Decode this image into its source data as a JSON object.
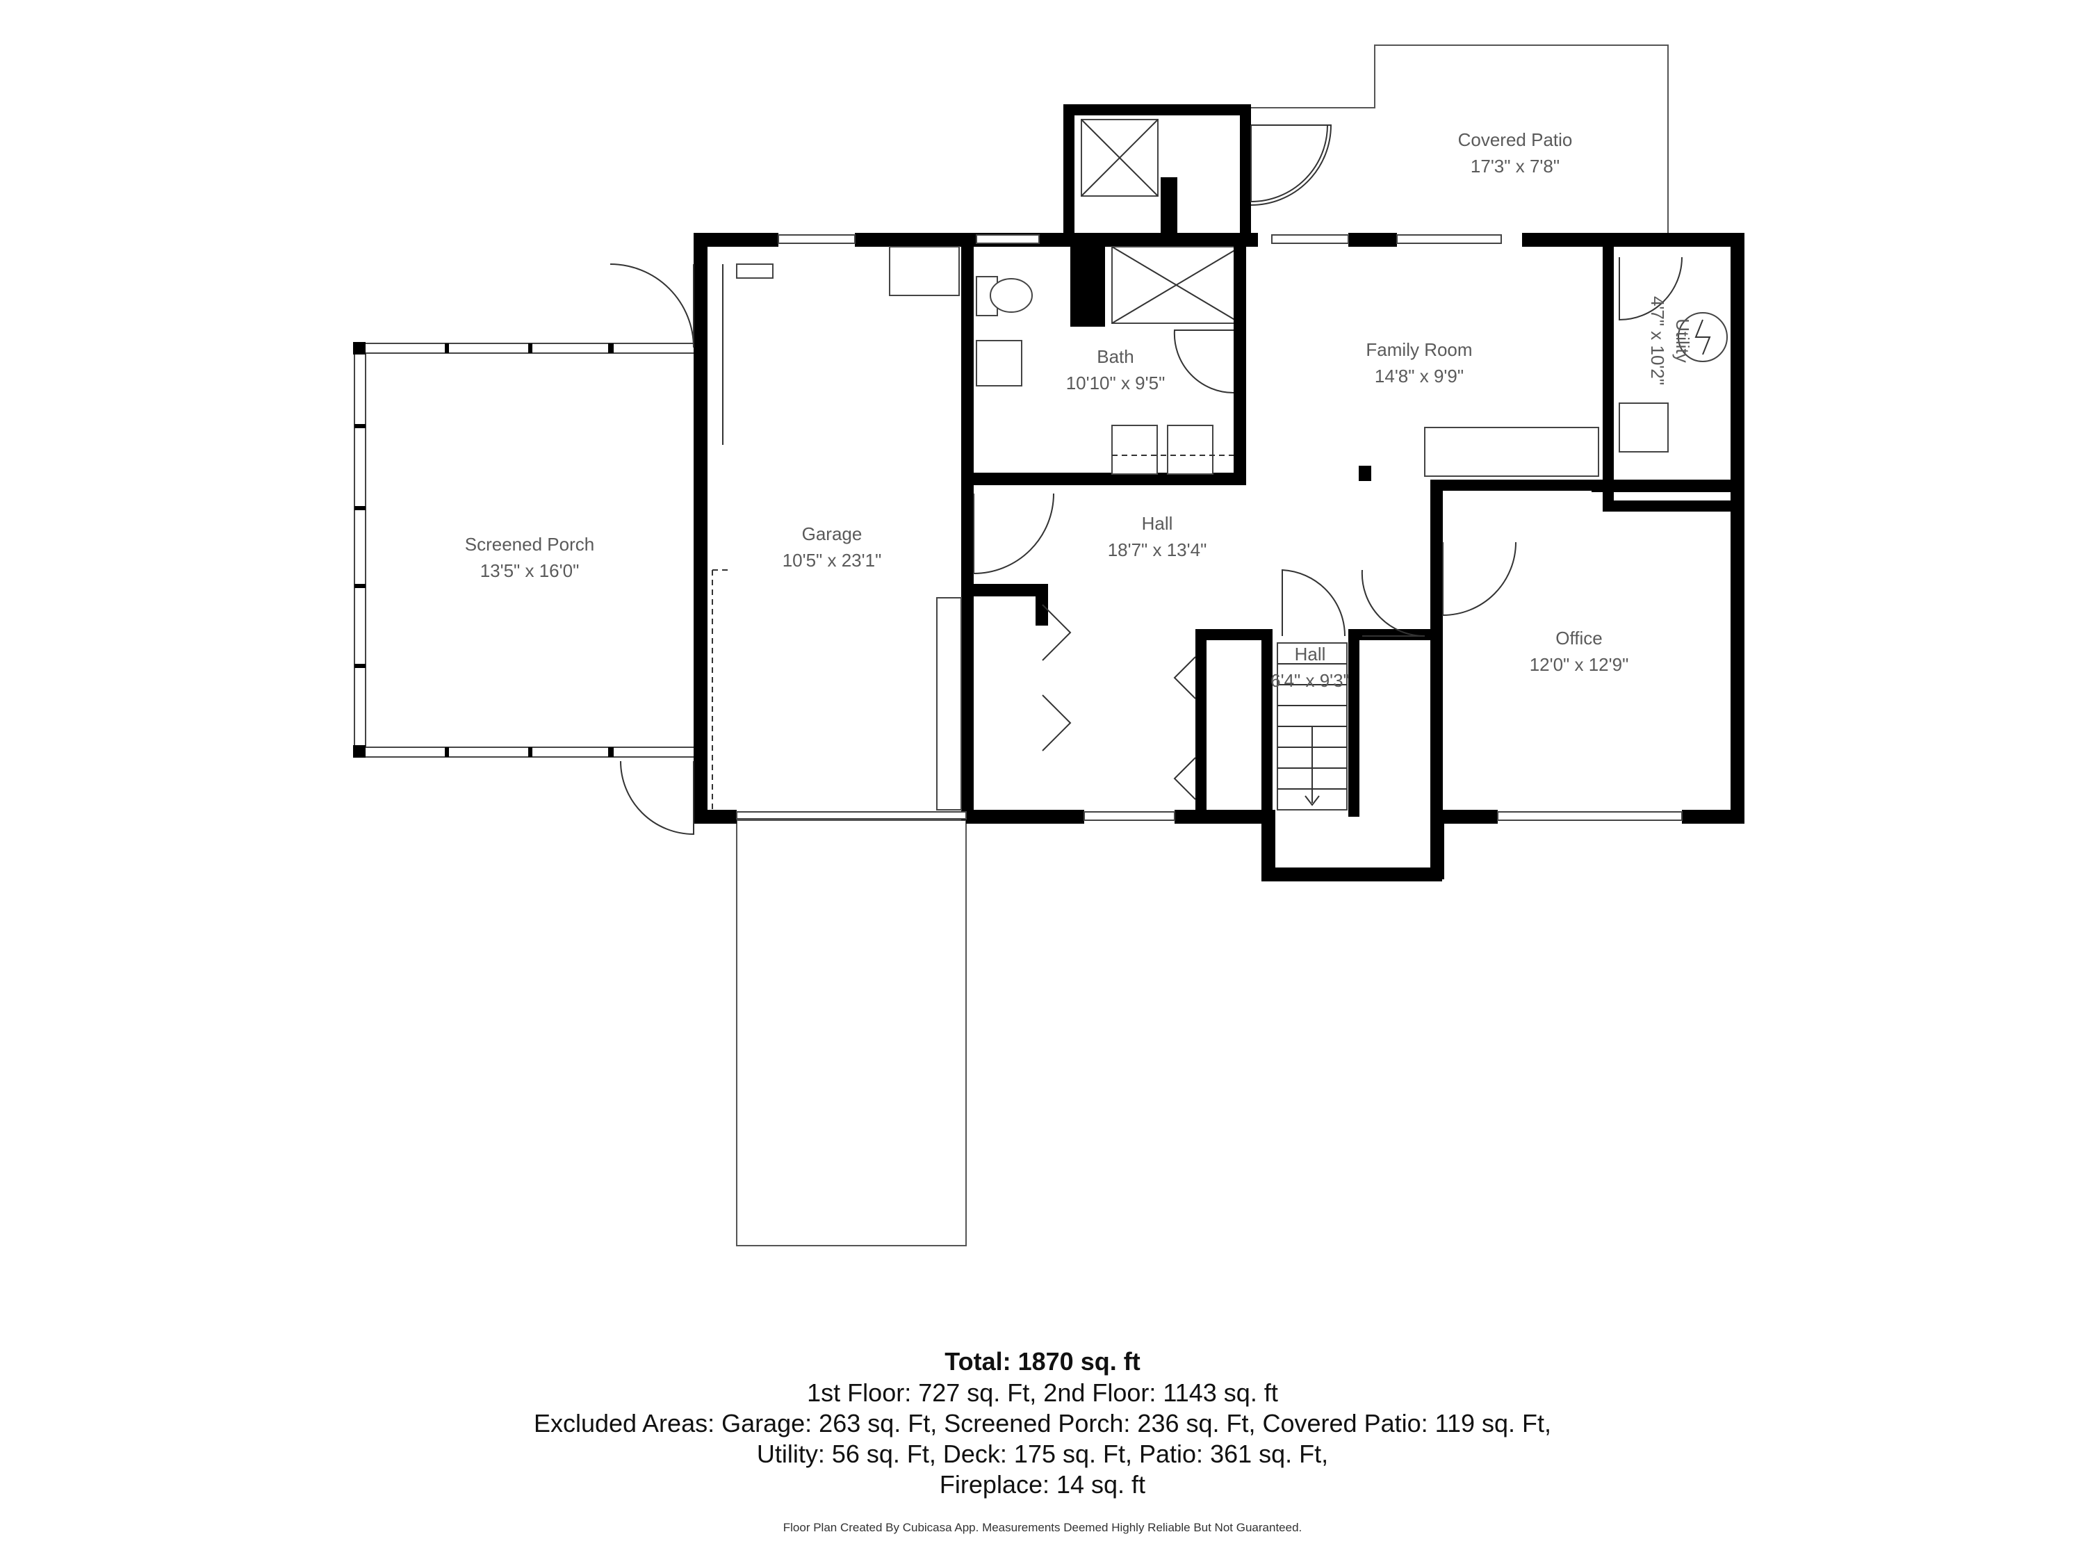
{
  "rooms": {
    "covered_patio": {
      "name": "Covered Patio",
      "dims": "17'3\" x 7'8\""
    },
    "family_room": {
      "name": "Family Room",
      "dims": "14'8\" x 9'9\""
    },
    "utility": {
      "name": "Utility",
      "dims": "4'7\" x 10'2\""
    },
    "bath": {
      "name": "Bath",
      "dims": "10'10\" x 9'5\""
    },
    "screened_porch": {
      "name": "Screened Porch",
      "dims": "13'5\" x 16'0\""
    },
    "garage": {
      "name": "Garage",
      "dims": "10'5\" x 23'1\""
    },
    "hall_main": {
      "name": "Hall",
      "dims": "18'7\" x 13'4\""
    },
    "hall_small": {
      "name": "Hall",
      "dims": "6'4\" x 9'3\""
    },
    "office": {
      "name": "Office",
      "dims": "12'0\" x 12'9\""
    }
  },
  "summary": {
    "total": "Total: 1870 sq. ft",
    "line1": "1st Floor: 727 sq. Ft, 2nd Floor: 1143 sq. ft",
    "line2": "Excluded Areas: Garage: 263 sq. Ft, Screened Porch: 236 sq. Ft, Covered Patio: 119 sq. Ft,",
    "line3": "Utility: 56 sq. Ft, Deck: 175 sq. Ft, Patio: 361 sq. Ft,",
    "line4": "Fireplace: 14 sq. ft"
  },
  "credit": "Floor Plan Created By Cubicasa App. Measurements Deemed Highly Reliable But Not Guaranteed."
}
